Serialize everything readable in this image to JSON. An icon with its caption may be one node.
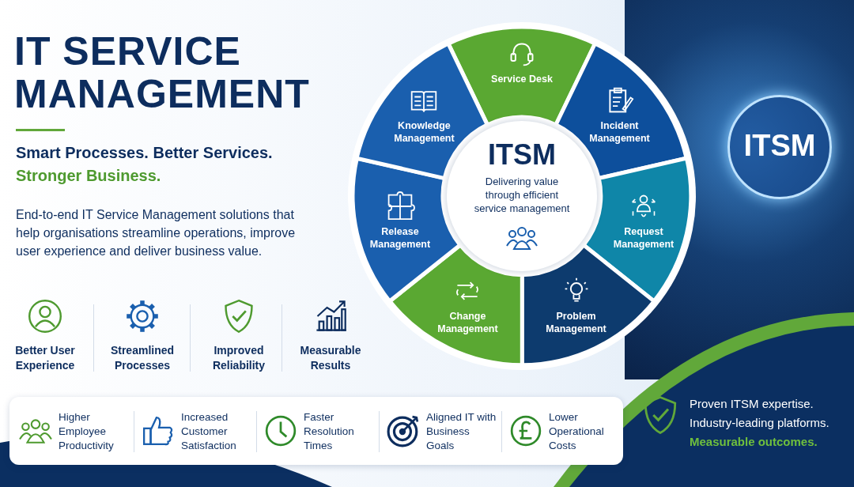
{
  "diagram": {
    "title": "IT SERVICE MANAGEMENT",
    "nodes": [
      {
        "text": [
          "ITSM",
          "Delivering value through efficient service management"
        ]
      },
      {
        "text": [
          "Service Desk"
        ]
      },
      {
        "text": [
          "Incident Management"
        ]
      },
      {
        "text": [
          "Request Management"
        ]
      },
      {
        "text": [
          "Problem Management"
        ]
      },
      {
        "text": [
          "Change Management"
        ]
      },
      {
        "text": [
          "Release Management"
        ]
      },
      {
        "text": [
          "Knowledge Management"
        ]
      },
      {
        "text": [
          "ITSM"
        ]
      }
    ],
    "labels": [
      "Smart Processes. Better Services.",
      "Stronger Business.",
      "End-to-end IT Service Management solutions that help organisations streamline operations, improve user experience and deliver business value.",
      "Better User Experience",
      "Streamlined Processes",
      "Improved Reliability",
      "Measurable Results",
      "Higher Employee Productivity",
      "Increased Customer Satisfaction",
      "Faster Resolution Times",
      "Aligned IT with Business Goals",
      "Lower Operational Costs",
      "Proven ITSM expertise.",
      "Industry-leading platforms.",
      "Measurable outcomes."
    ]
  }
}
